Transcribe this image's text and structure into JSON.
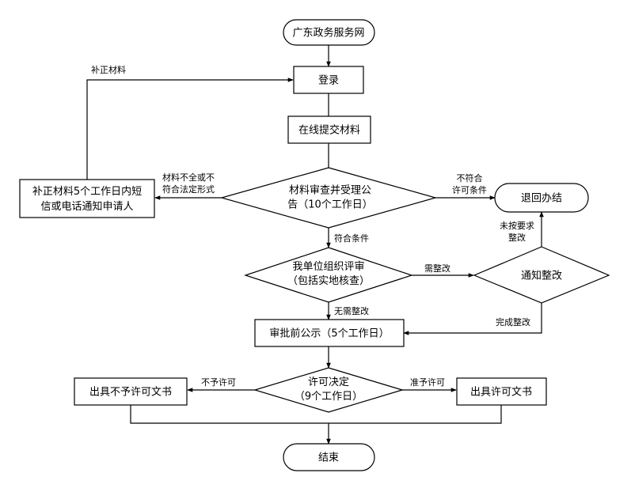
{
  "nodes": {
    "start": "广东政务服务网",
    "login": "登录",
    "submit": "在线提交材料",
    "review": [
      "材料审查并受理公",
      "告（10个工作日）"
    ],
    "supplement_notice": [
      "补正材料5个工作日内短",
      "信或电话通知申请人"
    ],
    "return_case": "退回办结",
    "evaluate": [
      "我单位组织评审",
      "（包括实地核查）"
    ],
    "rectify_notice": "通知整改",
    "publicity": "审批前公示（5个工作日）",
    "decision": [
      "许可决定",
      "（9个工作日）"
    ],
    "deny_doc": "出具不予许可文书",
    "grant_doc": "出具许可文书",
    "end": "结束"
  },
  "edges": {
    "supplement_materials": "补正材料",
    "incomplete": [
      "材料不全或不",
      "符合法定形式"
    ],
    "not_eligible": [
      "不符合",
      "许可条件"
    ],
    "eligible": "符合条件",
    "not_as_required": [
      "未按要求",
      "整改"
    ],
    "needs_rectify": "需整改",
    "no_rectify": "无需整改",
    "rectify_done": "完成整改",
    "deny": "不予许可",
    "grant": "准予许可"
  }
}
